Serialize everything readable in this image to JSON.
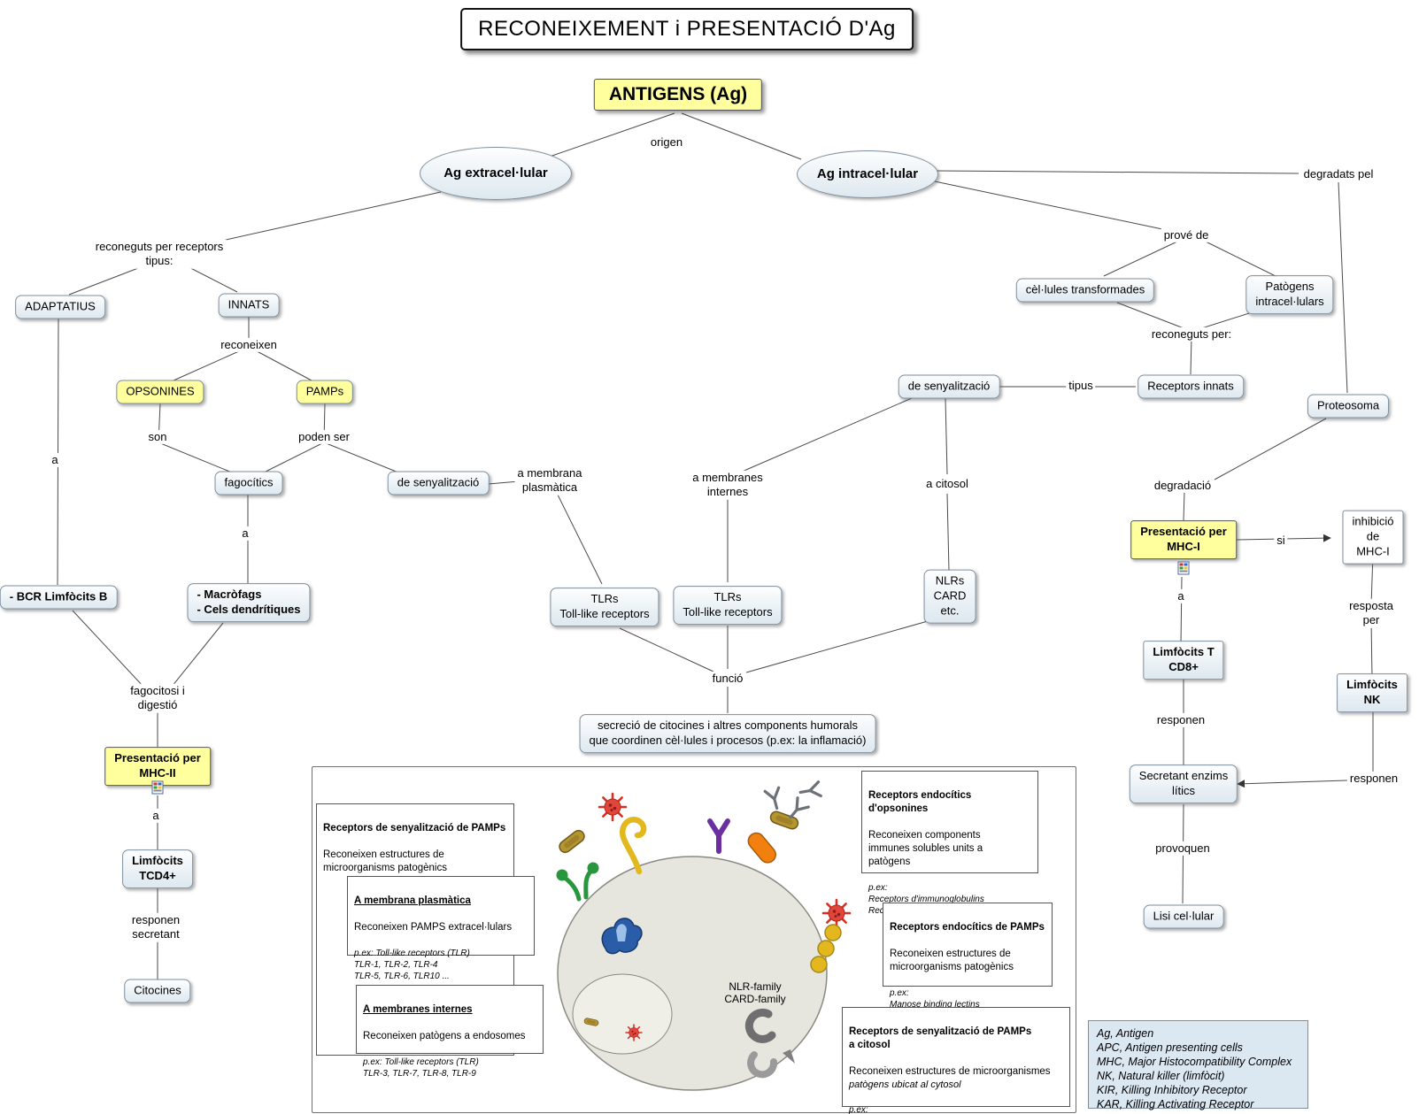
{
  "title": "RECONEIXEMENT i PRESENTACIÓ D'Ag",
  "map": {
    "antigens": "ANTIGENS (Ag)",
    "origen": "origen",
    "ag_extra": "Ag extracel·lular",
    "ag_intra": "Ag intracel·lular",
    "degradats_pel": "degradats pel",
    "reconeguts_tipus": "reconeguts per receptors\ntipus:",
    "adaptatius": "ADAPTATIUS",
    "innats": "INNATS",
    "reconeixen": "reconeixen",
    "opsonines": "OPSONINES",
    "pamps": "PAMPs",
    "son": "son",
    "poden_ser": "poden ser",
    "fagocitics": "fagocítics",
    "senyalitzacio": "de senyalització",
    "a_membrana_plasmatica": "a membrana\nplasmàtica",
    "a_membranes_internes": "a membranes\ninternes",
    "a_citosol": "a citosol",
    "tipus": "tipus",
    "receptors_innats": "Receptors innats",
    "cellules_transformades": "cèl·lules transformades",
    "patogens_intracellulars": "Patògens\nintracel·lulars",
    "prove_de": "prové de",
    "reconeguts_per": "reconeguts per:",
    "proteosoma": "Proteosoma",
    "degradacio": "degradació",
    "mhc1": "Presentació per\nMHC-I",
    "si": "si",
    "inhibicio_mhc1": "inhibició de\nMHC-I",
    "a": "a",
    "resposta_per": "resposta per",
    "limfocits_t_cd8": "Limfòcits T\nCD8+",
    "limfocits_nk": "Limfòcits NK",
    "responen": "responen",
    "secretant_enzims": "Secretant enzims\nlítics",
    "provoquen": "provoquen",
    "lisi_cellular": "Lisi cel·lular",
    "bcr_limfocits_b": "- BCR Limfòcits B",
    "macrofags_dendritiques": "- Macròfags\n- Cels dendrítiques",
    "fagocitosi_digestio": "fagocitosi i\ndigestió",
    "mhc2": "Presentació per\nMHC-II",
    "limfocits_tcd4": "Limfòcits\nTCD4+",
    "responen_secretant": "responen\nsecretant",
    "citocines": "Citocines",
    "tlrs": "TLRs\nToll-like receptors",
    "nlrs_card": "NLRs\nCARD\netc.",
    "funcio": "funció",
    "secrecio": "secreció de citocines i altres components humorals\nque coordinen cèl·lules i procesos (p.ex: la inflamació)"
  },
  "panel": {
    "box1_title": "Receptors de senyalització de PAMPs",
    "box1_body": "Reconeixen estructures de\nmicroorganisms patogènics",
    "box2_title": "A membrana plasmàtica",
    "box2_body": "Reconeixen PAMPS extracel·lulars",
    "box2_examples": "p.ex: Toll-like receptors (TLR)\nTLR-1, TLR-2, TLR-4\nTLR-5, TLR-6, TLR10 ...",
    "box3_title": "A membranes internes",
    "box3_body": "Reconeixen patògens a endosomes",
    "box3_examples": "p.ex: Toll-like receptors (TLR)\nTLR-3, TLR-7, TLR-8, TLR-9",
    "box4_title": "Receptors endocítics d'opsonines",
    "box4_body": "Reconeixen components\nimmunes solubles units a\npatògens",
    "box4_examples": "p.ex:\nReceptors d'immunoglobulins\nReceptors de Complement",
    "box5_title": "Receptors endocítics de PAMPs",
    "box5_body": "Reconeixen estructures de\nmicroorganisms patogènics",
    "box5_examples": "p.ex:\nManose binding lectins\nScavenger receptors",
    "box6_title": "Receptors de senyalització de PAMPs\na citosol",
    "box6_body": "Reconeixen estructures de microorganismes",
    "box6_body_italic": "patògens ubicat al cytosol",
    "box6_examples": "p.ex:\nNLR-family (RNA viral)\nCARD-family (peptidoglicans, alters)",
    "cell_label": "NLR-family\nCARD-family"
  },
  "legend": {
    "lines": [
      "Ag, Antigen",
      "APC, Antigen presenting cells",
      "MHC, Major Histocompatibility Complex",
      "NK, Natural killer (limfòcit)",
      "KIR, Killing Inhibitory Receptor",
      "KAR, Killing Activating Receptor"
    ]
  }
}
